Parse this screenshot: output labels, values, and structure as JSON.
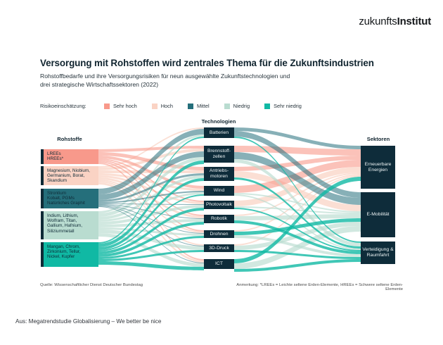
{
  "logo": {
    "prefix": "zukunfts",
    "suffix": "Institut"
  },
  "header": {
    "title": "Versorgung mit Rohstoffen wird zentrales Thema für die Zukunftsindustrien",
    "subtitle_line1": "Rohstoffbedarfe und ihre Versorgungsrisiken für neun ausgewählte Zukunftstechnologien und",
    "subtitle_line2": "drei strategische Wirtschaftssektoren (2022)"
  },
  "colors": {
    "sehr_hoch": "#f8998b",
    "hoch": "#fad3c4",
    "mittel": "#256f7b",
    "niedrig": "#b9dcd0",
    "sehr_niedrig": "#10b9a4",
    "node_dark": "#0e2c3a"
  },
  "legend": {
    "label": "Risikoeinschätzung:",
    "items": [
      {
        "label": "Sehr hoch",
        "risk": "sehr_hoch"
      },
      {
        "label": "Hoch",
        "risk": "hoch"
      },
      {
        "label": "Mittel",
        "risk": "mittel"
      },
      {
        "label": "Niedrig",
        "risk": "niedrig"
      },
      {
        "label": "Sehr niedrig",
        "risk": "sehr_niedrig"
      }
    ]
  },
  "chart_data": {
    "type": "sankey",
    "column_headers": [
      "Rohstoffe",
      "Technologien",
      "Sektoren"
    ],
    "raw_materials": [
      {
        "label": "LREEs\nHREEs*",
        "risk": "sehr_hoch"
      },
      {
        "label": "Magnesium, Niobium,\nGermanium, Borat,\nSkandium",
        "risk": "hoch"
      },
      {
        "label": "Strontium\nKobalt, PGMs\nNatürliches Graphit",
        "risk": "mittel"
      },
      {
        "label": "Indium, Lithium,\nWolfram, Titan,\nGallium, Hafnium,\nSiliziummetall",
        "risk": "niedrig"
      },
      {
        "label": "Mangan, Chrom,\nZirkonium, Tellur,\nNickel, Kupfer",
        "risk": "sehr_niedrig"
      }
    ],
    "technologies": [
      {
        "label": "Batterien"
      },
      {
        "label": "Brennstoff-\nzellen"
      },
      {
        "label": "Antriebs-\nmotoren"
      },
      {
        "label": "Wind"
      },
      {
        "label": "Photovoltaik"
      },
      {
        "label": "Robotik"
      },
      {
        "label": "Drohnen"
      },
      {
        "label": "3D-Druck"
      },
      {
        "label": "ICT"
      }
    ],
    "sectors": [
      {
        "label": "Erneuerbare\nEnergien"
      },
      {
        "label": "E-Mobilität"
      },
      {
        "label": "Verteidigung &\nRaumfahrt"
      }
    ],
    "links_materials_to_technologies": [
      {
        "source_index": 0,
        "target_index": 1,
        "value": 4
      },
      {
        "source_index": 0,
        "target_index": 2,
        "value": 5
      },
      {
        "source_index": 0,
        "target_index": 3,
        "value": 4
      },
      {
        "source_index": 0,
        "target_index": 4,
        "value": 2
      },
      {
        "source_index": 0,
        "target_index": 5,
        "value": 2
      },
      {
        "source_index": 0,
        "target_index": 6,
        "value": 2
      },
      {
        "source_index": 0,
        "target_index": 8,
        "value": 2
      },
      {
        "source_index": 1,
        "target_index": 0,
        "value": 2
      },
      {
        "source_index": 1,
        "target_index": 1,
        "value": 4
      },
      {
        "source_index": 1,
        "target_index": 2,
        "value": 4
      },
      {
        "source_index": 1,
        "target_index": 3,
        "value": 3
      },
      {
        "source_index": 1,
        "target_index": 4,
        "value": 3
      },
      {
        "source_index": 1,
        "target_index": 5,
        "value": 3
      },
      {
        "source_index": 1,
        "target_index": 6,
        "value": 2
      },
      {
        "source_index": 1,
        "target_index": 7,
        "value": 2
      },
      {
        "source_index": 1,
        "target_index": 8,
        "value": 3
      },
      {
        "source_index": 2,
        "target_index": 0,
        "value": 8
      },
      {
        "source_index": 2,
        "target_index": 1,
        "value": 8
      },
      {
        "source_index": 2,
        "target_index": 2,
        "value": 3
      },
      {
        "source_index": 2,
        "target_index": 3,
        "value": 2
      },
      {
        "source_index": 2,
        "target_index": 4,
        "value": 1
      },
      {
        "source_index": 2,
        "target_index": 5,
        "value": 1
      },
      {
        "source_index": 2,
        "target_index": 6,
        "value": 1
      },
      {
        "source_index": 2,
        "target_index": 7,
        "value": 1
      },
      {
        "source_index": 2,
        "target_index": 8,
        "value": 1
      },
      {
        "source_index": 3,
        "target_index": 0,
        "value": 3
      },
      {
        "source_index": 3,
        "target_index": 1,
        "value": 5
      },
      {
        "source_index": 3,
        "target_index": 2,
        "value": 4
      },
      {
        "source_index": 3,
        "target_index": 3,
        "value": 3
      },
      {
        "source_index": 3,
        "target_index": 4,
        "value": 4
      },
      {
        "source_index": 3,
        "target_index": 5,
        "value": 4
      },
      {
        "source_index": 3,
        "target_index": 6,
        "value": 3
      },
      {
        "source_index": 3,
        "target_index": 7,
        "value": 5
      },
      {
        "source_index": 3,
        "target_index": 8,
        "value": 5
      },
      {
        "source_index": 4,
        "target_index": 0,
        "value": 2
      },
      {
        "source_index": 4,
        "target_index": 1,
        "value": 5
      },
      {
        "source_index": 4,
        "target_index": 2,
        "value": 4
      },
      {
        "source_index": 4,
        "target_index": 3,
        "value": 2
      },
      {
        "source_index": 4,
        "target_index": 4,
        "value": 4
      },
      {
        "source_index": 4,
        "target_index": 5,
        "value": 4
      },
      {
        "source_index": 4,
        "target_index": 6,
        "value": 3
      },
      {
        "source_index": 4,
        "target_index": 7,
        "value": 3
      },
      {
        "source_index": 4,
        "target_index": 8,
        "value": 5
      }
    ],
    "links_technologies_to_sectors": [
      {
        "source_index": 0,
        "target_index": 0,
        "value": 5,
        "risk": "mittel"
      },
      {
        "source_index": 0,
        "target_index": 1,
        "value": 8,
        "risk": "mittel"
      },
      {
        "source_index": 0,
        "target_index": 2,
        "value": 2,
        "risk": "sehr_niedrig"
      },
      {
        "source_index": 1,
        "target_index": 0,
        "value": 9,
        "risk": "sehr_hoch"
      },
      {
        "source_index": 1,
        "target_index": 1,
        "value": 10,
        "risk": "mittel"
      },
      {
        "source_index": 1,
        "target_index": 2,
        "value": 5,
        "risk": "niedrig"
      },
      {
        "source_index": 2,
        "target_index": 0,
        "value": 6,
        "risk": "sehr_hoch"
      },
      {
        "source_index": 2,
        "target_index": 1,
        "value": 9,
        "risk": "hoch"
      },
      {
        "source_index": 2,
        "target_index": 2,
        "value": 3,
        "risk": "sehr_niedrig"
      },
      {
        "source_index": 3,
        "target_index": 0,
        "value": 10,
        "risk": "sehr_hoch"
      },
      {
        "source_index": 3,
        "target_index": 1,
        "value": 2,
        "risk": "niedrig"
      },
      {
        "source_index": 3,
        "target_index": 2,
        "value": 2,
        "risk": "niedrig"
      },
      {
        "source_index": 4,
        "target_index": 0,
        "value": 8,
        "risk": "hoch"
      },
      {
        "source_index": 4,
        "target_index": 1,
        "value": 2,
        "risk": "niedrig"
      },
      {
        "source_index": 4,
        "target_index": 2,
        "value": 2,
        "risk": "sehr_niedrig"
      },
      {
        "source_index": 5,
        "target_index": 0,
        "value": 2,
        "risk": "hoch"
      },
      {
        "source_index": 5,
        "target_index": 1,
        "value": 6,
        "risk": "niedrig"
      },
      {
        "source_index": 5,
        "target_index": 2,
        "value": 4,
        "risk": "sehr_niedrig"
      },
      {
        "source_index": 6,
        "target_index": 0,
        "value": 2,
        "risk": "hoch"
      },
      {
        "source_index": 6,
        "target_index": 1,
        "value": 5,
        "risk": "sehr_niedrig"
      },
      {
        "source_index": 6,
        "target_index": 2,
        "value": 4,
        "risk": "niedrig"
      },
      {
        "source_index": 7,
        "target_index": 0,
        "value": 2,
        "risk": "hoch"
      },
      {
        "source_index": 7,
        "target_index": 1,
        "value": 6,
        "risk": "niedrig"
      },
      {
        "source_index": 7,
        "target_index": 2,
        "value": 3,
        "risk": "sehr_niedrig"
      },
      {
        "source_index": 8,
        "target_index": 0,
        "value": 6,
        "risk": "sehr_niedrig"
      },
      {
        "source_index": 8,
        "target_index": 1,
        "value": 8,
        "risk": "niedrig"
      },
      {
        "source_index": 8,
        "target_index": 2,
        "value": 4,
        "risk": "sehr_niedrig"
      }
    ]
  },
  "footnotes": {
    "source": "Quelle: Wissenschaftlicher Dienst Deutscher Bundestag",
    "note": "Anmerkung: *LREEs = Leichte seltene Erden-Elemente, HREEs = Schwere seltene Erden-Elemente"
  },
  "caption": "Aus: Megatrendstudie Globalisierung – We better be nice"
}
